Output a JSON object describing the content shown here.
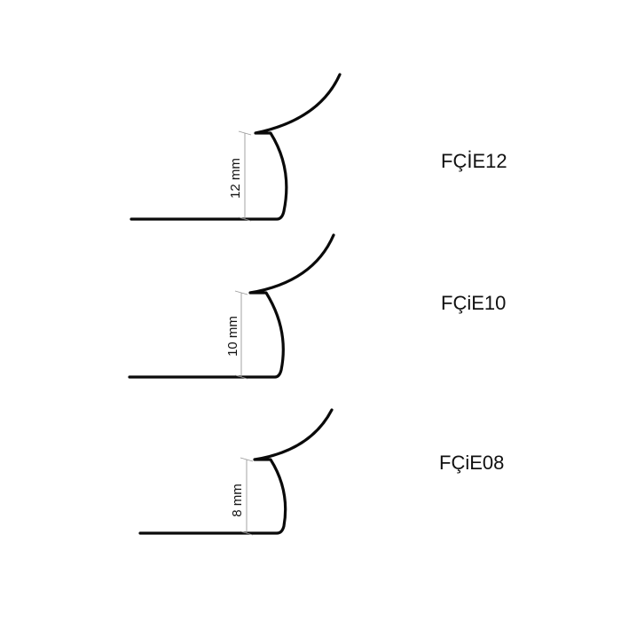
{
  "profiles": [
    {
      "code": "FÇİE12",
      "dimension": "12 mm"
    },
    {
      "code": "FÇiE10",
      "dimension": "10 mm"
    },
    {
      "code": "FÇiE08",
      "dimension": "8 mm"
    }
  ],
  "colors": {
    "outline": "#0a0a0a",
    "dimension": "#9a9a9a",
    "text": "#111111"
  }
}
